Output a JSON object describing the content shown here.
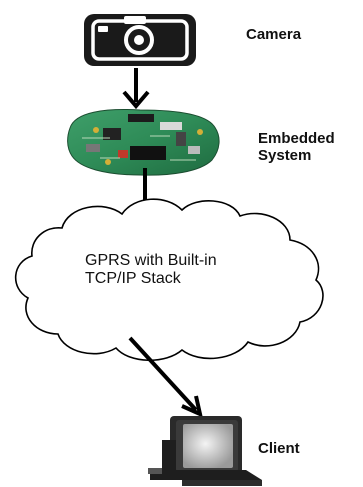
{
  "nodes": {
    "camera": {
      "label": "Camera",
      "icon": "camera-icon"
    },
    "embedded": {
      "line1": "Embedded",
      "line2": "System",
      "icon": "circuit-board-icon"
    },
    "cloud": {
      "line1": "GPRS with Built-in",
      "line2": "TCP/IP Stack",
      "icon": "cloud-icon"
    },
    "client": {
      "label": "Client",
      "icon": "computer-icon"
    }
  },
  "colors": {
    "arrow": "#000000",
    "camera_body": "#1a1a1a",
    "pcb": "#2e8b57",
    "cloud_stroke": "#000000"
  }
}
